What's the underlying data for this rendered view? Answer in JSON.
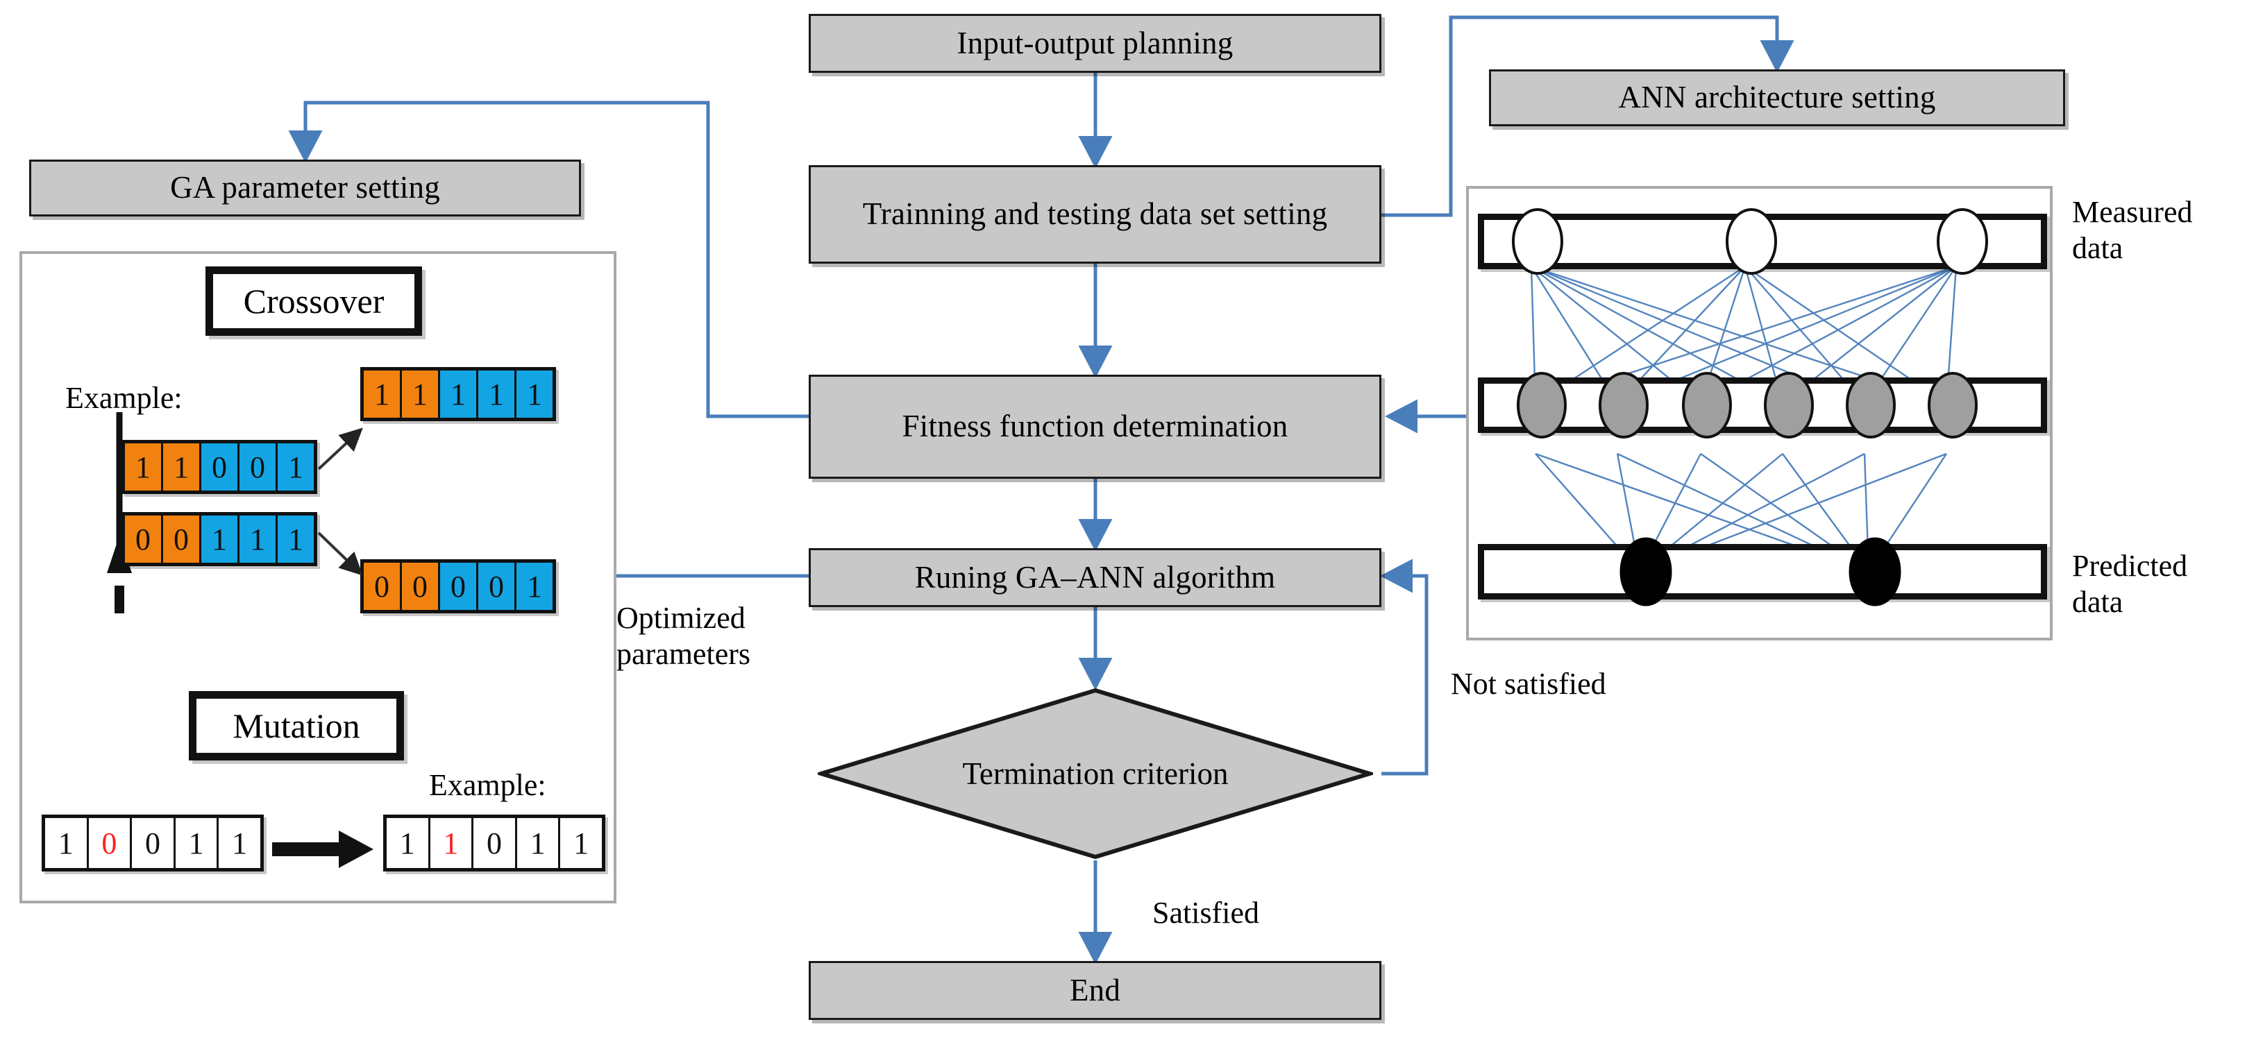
{
  "flow": {
    "boxes": [
      {
        "id": "input-output-planning",
        "label": "Input-output planning"
      },
      {
        "id": "training-testing-data-set-setting",
        "label": "Trainning and testing data set setting"
      },
      {
        "id": "fitness-function-determination",
        "label": "Fitness function determination"
      },
      {
        "id": "running-ga-ann-algorithm",
        "label": "Runing GA–ANN algorithm"
      },
      {
        "id": "end",
        "label": "End"
      }
    ],
    "decision": {
      "id": "termination-criterion",
      "label": "Termination criterion"
    },
    "edge_labels": {
      "satisfied": "Satisfied",
      "not_satisfied": "Not satisfied",
      "optimized_parameters": "Optimized\nparameters"
    }
  },
  "ga": {
    "setting_box_label": "GA parameter setting",
    "crossover": {
      "title": "Crossover",
      "example_label": "Example:",
      "parents": [
        {
          "bits": [
            "1",
            "1",
            "0",
            "0",
            "1"
          ],
          "colors": [
            "orange",
            "orange",
            "blue",
            "blue",
            "blue"
          ]
        },
        {
          "bits": [
            "0",
            "0",
            "1",
            "1",
            "1"
          ],
          "colors": [
            "orange",
            "orange",
            "blue",
            "blue",
            "blue"
          ]
        }
      ],
      "offspring": [
        {
          "bits": [
            "1",
            "1",
            "1",
            "1",
            "1"
          ],
          "colors": [
            "orange",
            "orange",
            "blue",
            "blue",
            "blue"
          ]
        },
        {
          "bits": [
            "0",
            "0",
            "0",
            "0",
            "1"
          ],
          "colors": [
            "orange",
            "orange",
            "blue",
            "blue",
            "blue"
          ]
        }
      ]
    },
    "mutation": {
      "title": "Mutation",
      "example_label": "Example:",
      "before": {
        "bits": [
          "1",
          "0",
          "0",
          "1",
          "1"
        ],
        "highlight_index": 1
      },
      "after": {
        "bits": [
          "1",
          "1",
          "0",
          "1",
          "1"
        ],
        "highlight_index": 1
      }
    }
  },
  "ann": {
    "setting_box_label": "ANN architecture setting",
    "labels": {
      "measured": "Measured\ndata",
      "predicted": "Predicted\ndata"
    },
    "layers": [
      {
        "name": "input-layer",
        "nodes": 3,
        "fill": "#ffffff"
      },
      {
        "name": "hidden-layer",
        "nodes": 6,
        "fill": "#9f9f9f"
      },
      {
        "name": "output-layer",
        "nodes": 2,
        "fill": "#000000"
      }
    ]
  },
  "colors": {
    "box_fill": "#c8c8c8",
    "box_border": "#1a1a1a",
    "arrow_blue": "#4a7ebb",
    "bit_orange": "#f2820f",
    "bit_blue": "#13a4e3",
    "mutation_highlight": "#ff2020",
    "panel_border": "#a9a9a9"
  }
}
